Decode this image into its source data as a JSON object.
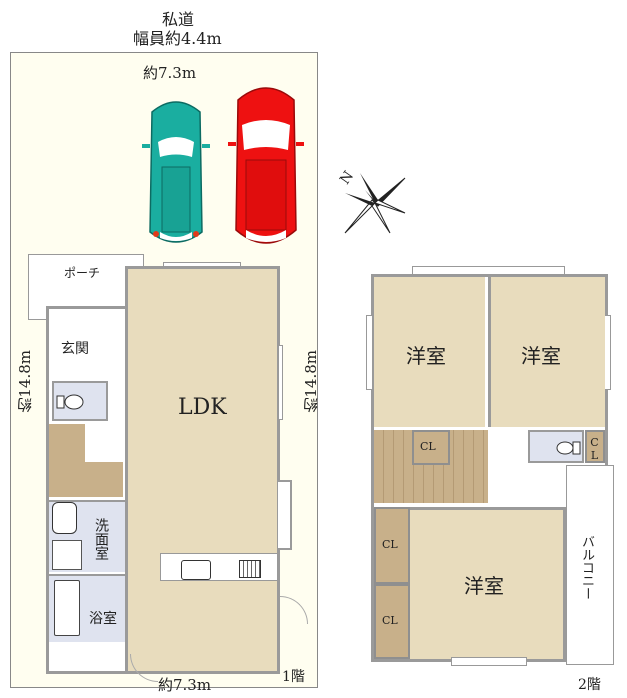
{
  "road": {
    "name": "私道",
    "width_label": "幅員約4.4m"
  },
  "lot": {
    "top_dimension": "約7.3m",
    "bottom_dimension": "約7.3m",
    "left_dimension": "約14.8m",
    "right_dimension": "約14.8m",
    "background": "#fffef0"
  },
  "parking": {
    "cars": [
      {
        "color_name": "teal",
        "color": "#1aaea0"
      },
      {
        "color_name": "red",
        "color": "#ee1111"
      }
    ]
  },
  "compass": {
    "label": "N"
  },
  "floor1": {
    "label": "1階",
    "rooms": [
      {
        "id": "porch",
        "label": "ポーチ"
      },
      {
        "id": "entrance",
        "label": "玄関"
      },
      {
        "id": "ldk",
        "label": "LDK"
      },
      {
        "id": "washroom",
        "label": "洗面室"
      },
      {
        "id": "bathroom",
        "label": "浴室"
      },
      {
        "id": "toilet",
        "label": ""
      },
      {
        "id": "stairs",
        "label": ""
      }
    ]
  },
  "floor2": {
    "label": "2階",
    "rooms": [
      {
        "id": "western-room-1",
        "label": "洋室"
      },
      {
        "id": "western-room-2",
        "label": "洋室"
      },
      {
        "id": "western-room-3",
        "label": "洋室"
      },
      {
        "id": "closet-1",
        "label": "CL"
      },
      {
        "id": "closet-2",
        "label": "CL"
      },
      {
        "id": "closet-3",
        "label": "CL"
      },
      {
        "id": "closet-4",
        "label": "CL"
      },
      {
        "id": "balcony",
        "label": "バルコニー"
      }
    ]
  },
  "colors": {
    "room_floor": "#e8dcbd",
    "wet_area": "#dfe3ef",
    "closet_stairs": "#c8b08a",
    "wall": "#9a9a9a"
  }
}
